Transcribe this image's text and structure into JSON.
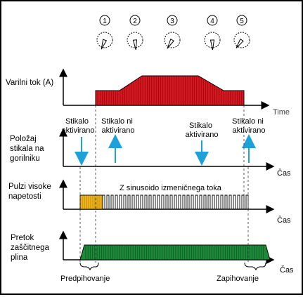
{
  "phases": [
    {
      "number": "1"
    },
    {
      "number": "2"
    },
    {
      "number": "3"
    },
    {
      "number": "4"
    },
    {
      "number": "5"
    }
  ],
  "rows": {
    "current": {
      "label_lines": [
        "Varilni tok (A)"
      ],
      "axis_label": "Time"
    },
    "switch": {
      "label_lines": [
        "Položaj",
        "stikala na",
        "gorilniku"
      ],
      "axis_label": "Čas"
    },
    "hf": {
      "label_lines": [
        "Pulzi visoke",
        "napetosti"
      ],
      "axis_label": "Čas",
      "caption": "Z sinusoido izmeničnega toka"
    },
    "gas": {
      "label_lines": [
        "Pretok",
        "zaščitnega",
        "plina"
      ],
      "axis_label": "Čas"
    }
  },
  "switch_events": [
    {
      "lines": [
        "Stikalo",
        "aktivirano"
      ],
      "direction": "down"
    },
    {
      "lines": [
        "Stikalo ni",
        "aktivirano"
      ],
      "direction": "up"
    },
    {
      "lines": [
        "Stikalo",
        "aktivirano"
      ],
      "direction": "down"
    },
    {
      "lines": [
        "Stikalo ni",
        "aktivirano"
      ],
      "direction": "up"
    }
  ],
  "bottom_labels": {
    "pre_flow": "Predpihovanje",
    "post_flow": "Zapihovanje"
  },
  "colors": {
    "current_fill": "#d9161f",
    "hf_yellow": "#f2b71c",
    "gas_fill": "#1d8a3a",
    "arrow": "#1ea0d8",
    "line": "#000000"
  }
}
